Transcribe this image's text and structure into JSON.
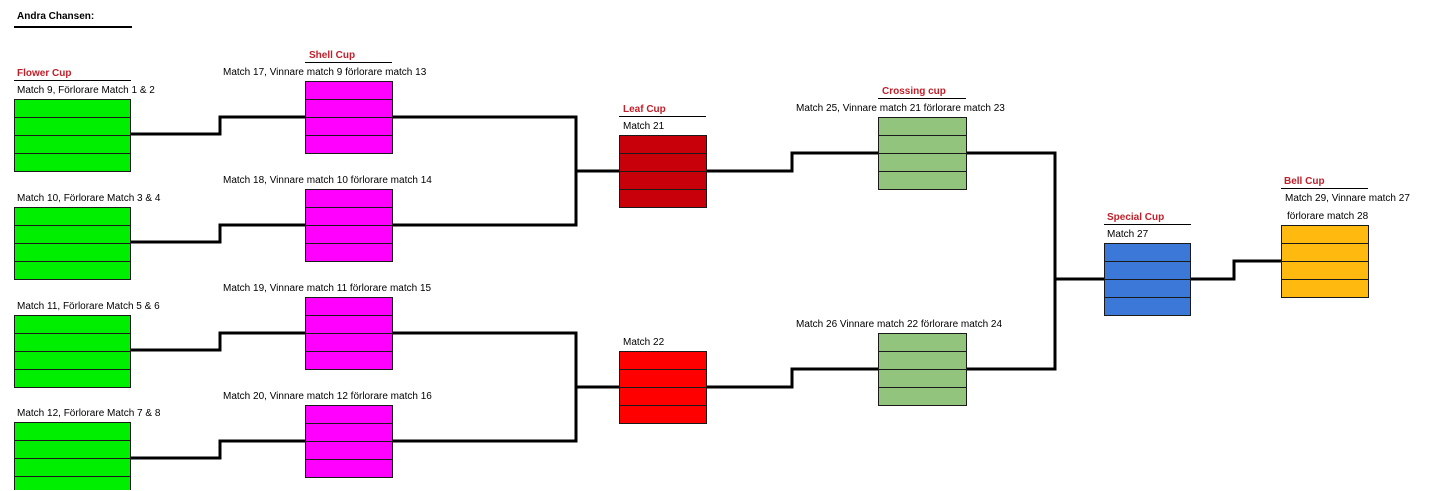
{
  "page_title": "Andra Chansen:",
  "colors": {
    "flower": "#00ee00",
    "shell": "#ff00ff",
    "leaf": "#c8000a",
    "match22": "#ff0000",
    "crossing": "#93c47d",
    "special": "#3c78d8",
    "bell": "#ffb90f",
    "line": "#000000",
    "cup_title": "#c0202a"
  },
  "cups": {
    "flower": "Flower Cup",
    "shell": "Shell Cup",
    "leaf": "Leaf Cup",
    "crossing": "Crossing cup",
    "special": "Special Cup",
    "bell": "Bell Cup"
  },
  "matches": {
    "m9": "Match 9, Förlorare Match 1 & 2",
    "m10": "Match 10, Förlorare Match 3 & 4",
    "m11": "Match 11, Förlorare Match 5 & 6",
    "m12": "Match 12, Förlorare Match 7 & 8",
    "m17": "Match 17, Vinnare match 9 förlorare match 13",
    "m18": "Match 18, Vinnare match 10 förlorare match 14",
    "m19": "Match 19, Vinnare match 11 förlorare match 15",
    "m20": "Match 20, Vinnare match 12 förlorare match 16",
    "m21": "Match 21",
    "m22": "Match 22",
    "m25": "Match 25, Vinnare match 21 förlorare match 23",
    "m26": "Match 26 Vinnare match 22 förlorare match 24",
    "m27": "Match 27",
    "m29_line1": "Match 29, Vinnare match 27",
    "m29_line2": "förlorare match 28"
  }
}
